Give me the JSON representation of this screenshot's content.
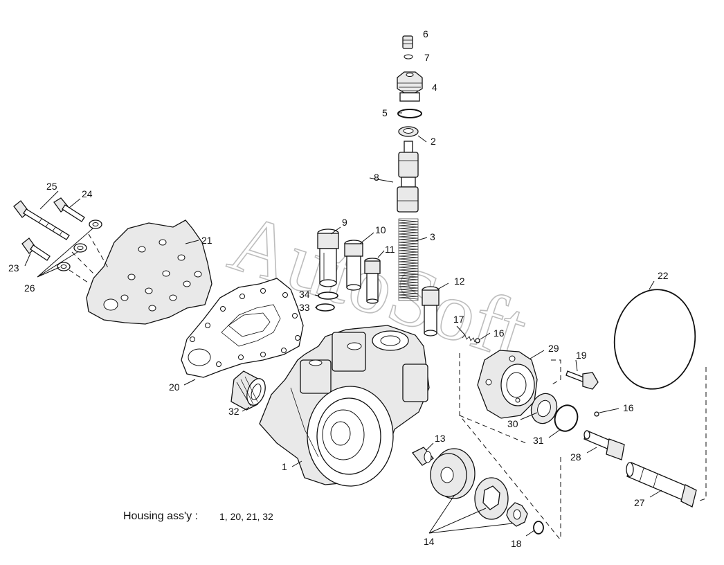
{
  "watermark": "AutoSoft",
  "caption": {
    "label": "Housing ass'y :",
    "parts": "1, 20, 21, 32"
  },
  "part_labels": {
    "p1": "1",
    "p2": "2",
    "p3": "3",
    "p4": "4",
    "p5": "5",
    "p6": "6",
    "p7": "7",
    "p8": "8",
    "p9": "9",
    "p10": "10",
    "p11": "11",
    "p12": "12",
    "p13": "13",
    "p14": "14",
    "p16a": "16",
    "p16b": "16",
    "p17": "17",
    "p18": "18",
    "p19": "19",
    "p20": "20",
    "p21": "21",
    "p22": "22",
    "p23": "23",
    "p24": "24",
    "p25": "25",
    "p26": "26",
    "p27": "27",
    "p28": "28",
    "p29": "29",
    "p30": "30",
    "p31": "31",
    "p32": "32",
    "p33": "33",
    "p34": "34"
  }
}
